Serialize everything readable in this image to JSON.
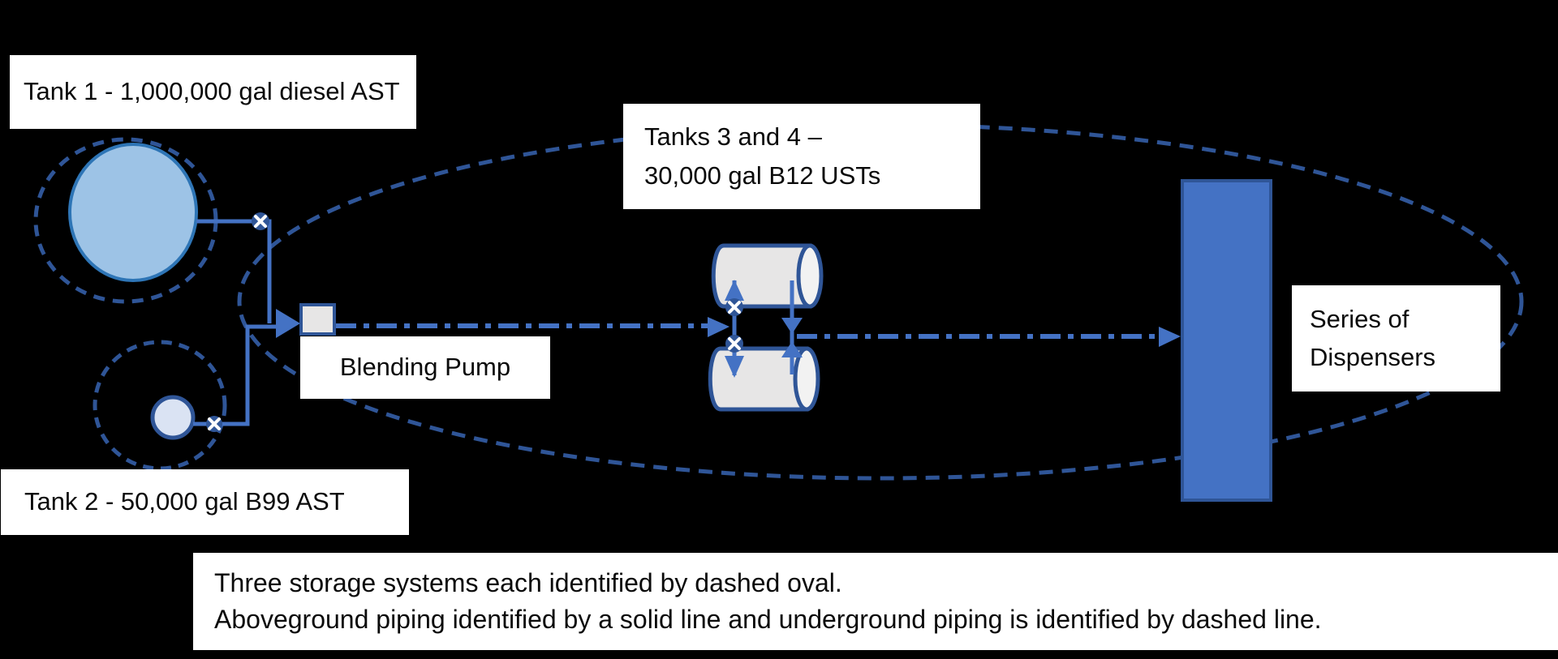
{
  "diagram": {
    "description_visible_text_only": true,
    "labels": {
      "tank1": {
        "text": "Tank 1 - 1,000,000 gal diesel AST"
      },
      "tank2": {
        "text": "Tank 2 - 50,000 gal B99 AST"
      },
      "tanks34": {
        "line1": "Tanks 3 and 4 –",
        "line2": "30,000 gal B12 USTs"
      },
      "blending_pump": {
        "text": "Blending Pump"
      },
      "dispensers": {
        "line1": "Series of",
        "line2": "Dispensers"
      },
      "caption": {
        "line1": "Three storage systems each identified by dashed oval.",
        "line2": "Aboveground piping identified by a solid line and underground piping is identified by dashed line."
      }
    },
    "colors": {
      "background": "#000000",
      "label_box_background": "#FFFFFF",
      "label_text": "#0A0A0A",
      "solid_pipe_and_arrows": "#4472C4",
      "underground_pipe_dashdot": "#4472C4",
      "dashed_containment_oval": "#2F5597",
      "tank1_fill": "#9DC3E6",
      "tank1_stroke": "#2E75B6",
      "tank2_fill": "#DAE3F3",
      "ust_cylinder_fill": "#E7E6E6",
      "ust_cylinder_cap_fill": "#F2F2F2",
      "shape_stroke": "#2F5597",
      "pump_fill": "#E7E6E6",
      "dispenser_fill": "#4472C4",
      "valve_fill": "#2F5597",
      "valve_cross": "#FFFFFF"
    },
    "icons": [
      {
        "name": "valve-icon",
        "meaning": "circle with white X = valve on pipe"
      },
      {
        "name": "flow-arrow-icon",
        "meaning": "solid triangle = flow direction"
      }
    ]
  }
}
